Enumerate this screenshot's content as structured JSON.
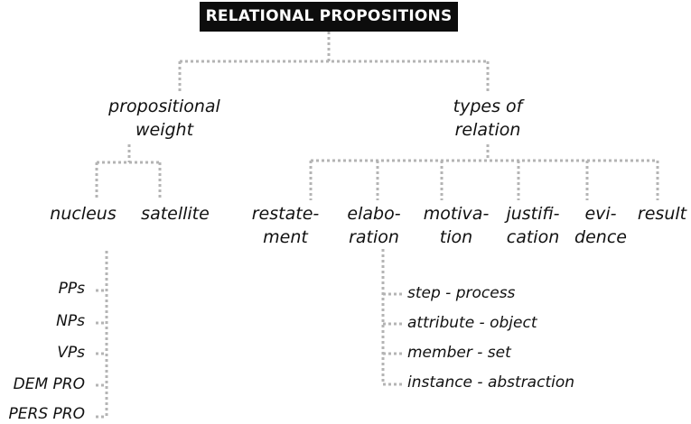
{
  "title": "RELATIONAL PROPOSITIONS",
  "branches": {
    "weight": {
      "label_line1": "propositional",
      "label_line2": "weight",
      "children": [
        "nucleus",
        "satellite"
      ],
      "nucleus_items": [
        "PPs",
        "NPs",
        "VPs",
        "DEM PRO",
        "PERS PRO"
      ]
    },
    "relation": {
      "label_line1": "types of",
      "label_line2": "relation",
      "children": [
        {
          "line1": "restate-",
          "line2": "ment"
        },
        {
          "line1": "elabo-",
          "line2": "ration"
        },
        {
          "line1": "motiva-",
          "line2": "tion"
        },
        {
          "line1": "justifi-",
          "line2": "cation"
        },
        {
          "line1": "evi-",
          "line2": "dence"
        },
        {
          "line1": "result",
          "line2": ""
        }
      ],
      "elaboration_items": [
        "step - process",
        "attribute - object",
        "member - set",
        "instance - abstraction"
      ]
    }
  },
  "colors": {
    "connector": "#b4b4b4",
    "title_bg": "#0d0d0d",
    "title_text": "#ffffff",
    "text": "#111111"
  }
}
